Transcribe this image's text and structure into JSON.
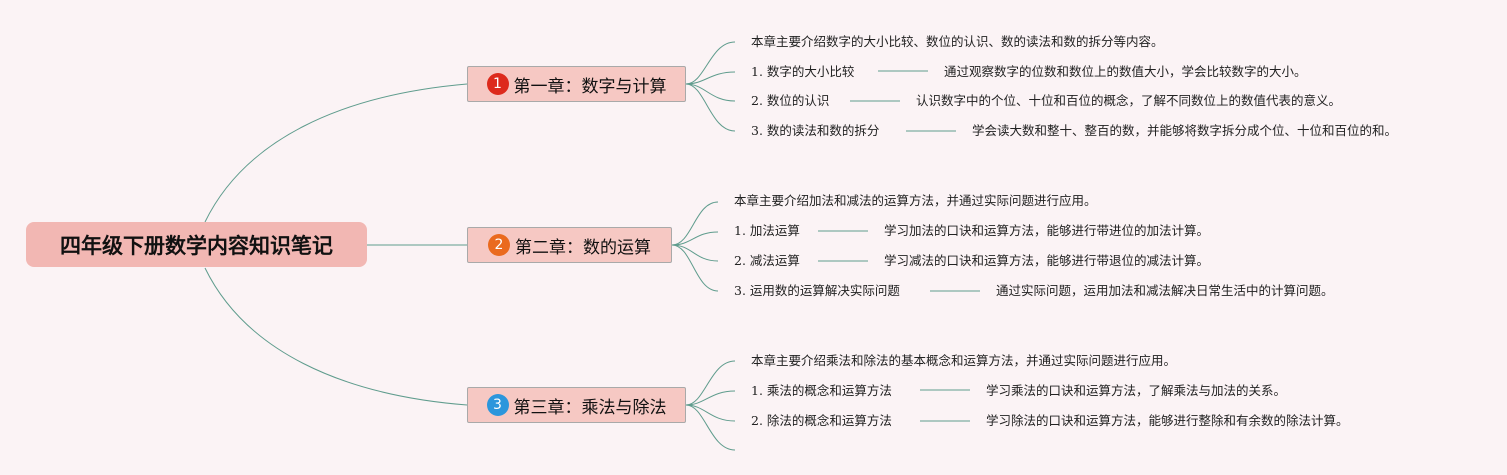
{
  "root": {
    "title": "四年级下册数学内容知识笔记"
  },
  "colors": {
    "line": "#5f9c8d",
    "badge1": "#dd2a1c",
    "badge2": "#ea6a1e",
    "badge3": "#2c96dc"
  },
  "chapters": [
    {
      "number": "1",
      "title": "第一章：数字与计算",
      "intro": "本章主要介绍数字的大小比较、数位的认识、数的读法和数的拆分等内容。",
      "topics": [
        {
          "name": "1. 数字的大小比较",
          "desc": "通过观察数字的位数和数位上的数值大小，学会比较数字的大小。"
        },
        {
          "name": "2. 数位的认识",
          "desc": "认识数字中的个位、十位和百位的概念，了解不同数位上的数值代表的意义。"
        },
        {
          "name": "3. 数的读法和数的拆分",
          "desc": "学会读大数和整十、整百的数，并能够将数字拆分成个位、十位和百位的和。"
        }
      ]
    },
    {
      "number": "2",
      "title": "第二章：数的运算",
      "intro": "本章主要介绍加法和减法的运算方法，并通过实际问题进行应用。",
      "topics": [
        {
          "name": "1. 加法运算",
          "desc": "学习加法的口诀和运算方法，能够进行带进位的加法计算。"
        },
        {
          "name": "2. 减法运算",
          "desc": "学习减法的口诀和运算方法，能够进行带退位的减法计算。"
        },
        {
          "name": "3. 运用数的运算解决实际问题",
          "desc": "通过实际问题，运用加法和减法解决日常生活中的计算问题。"
        }
      ]
    },
    {
      "number": "3",
      "title": "第三章：乘法与除法",
      "intro": "本章主要介绍乘法和除法的基本概念和运算方法，并通过实际问题进行应用。",
      "topics": [
        {
          "name": "1. 乘法的概念和运算方法",
          "desc": "学习乘法的口诀和运算方法，了解乘法与加法的关系。"
        },
        {
          "name": "2. 除法的概念和运算方法",
          "desc": "学习除法的口诀和运算方法，能够进行整除和有余数的除法计算。"
        }
      ]
    }
  ]
}
